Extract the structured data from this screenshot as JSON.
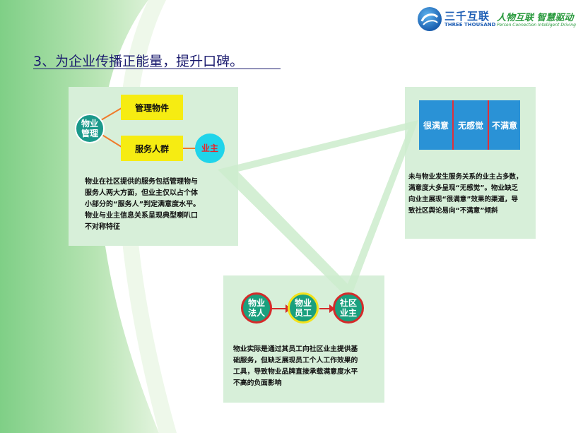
{
  "header": {
    "logo_cn": "三千互联",
    "logo_en": "THREE THOUSAND",
    "slogan": "人物互联  智慧驱动",
    "slogan_sub": "Person Connection   Intelligent Driving"
  },
  "title": "3、为企业传播正能量，提升口碑。",
  "left_panel": {
    "circle": [
      "物业",
      "管理"
    ],
    "box_top": "管理物件",
    "box_bottom": "服务人群",
    "owner": "业主",
    "text": [
      "物业在社区提供的服务包括管理物与",
      "服务人两大方面，但业主仅以占个体",
      "小部分的“服务人”判定满意度水平。",
      "物业与业主信息关系呈现典型喇叭口",
      "不对称特征"
    ]
  },
  "right_panel": {
    "bar": [
      "很满意",
      "无感觉",
      "不满意"
    ],
    "text": [
      "未与物业发生服务关系的业主占多数，",
      "满意度大多呈现“无感觉”。物业缺乏",
      "向业主展现“很满意”效果的渠道，导",
      "致社区舆论易向“不满意”倾斜"
    ]
  },
  "bottom_panel": {
    "c1": [
      "物业",
      "法人"
    ],
    "c2": [
      "物业",
      "员工"
    ],
    "c3": [
      "社区",
      "业主"
    ],
    "text": [
      "物业实际是通过其员工向社区业主提供基",
      "础服务，但缺乏展现员工个人工作效果的",
      "工具，导致物业品牌直接承载满意度水平",
      "不高的负面影响"
    ]
  },
  "colors": {
    "title": "#1a1a6e",
    "panel": "#d7efd9",
    "teal": "#1b998b",
    "yellow": "#f6ec12",
    "blue": "#2a92d6",
    "red": "#e0303a",
    "cyan": "#1fd4ea"
  }
}
